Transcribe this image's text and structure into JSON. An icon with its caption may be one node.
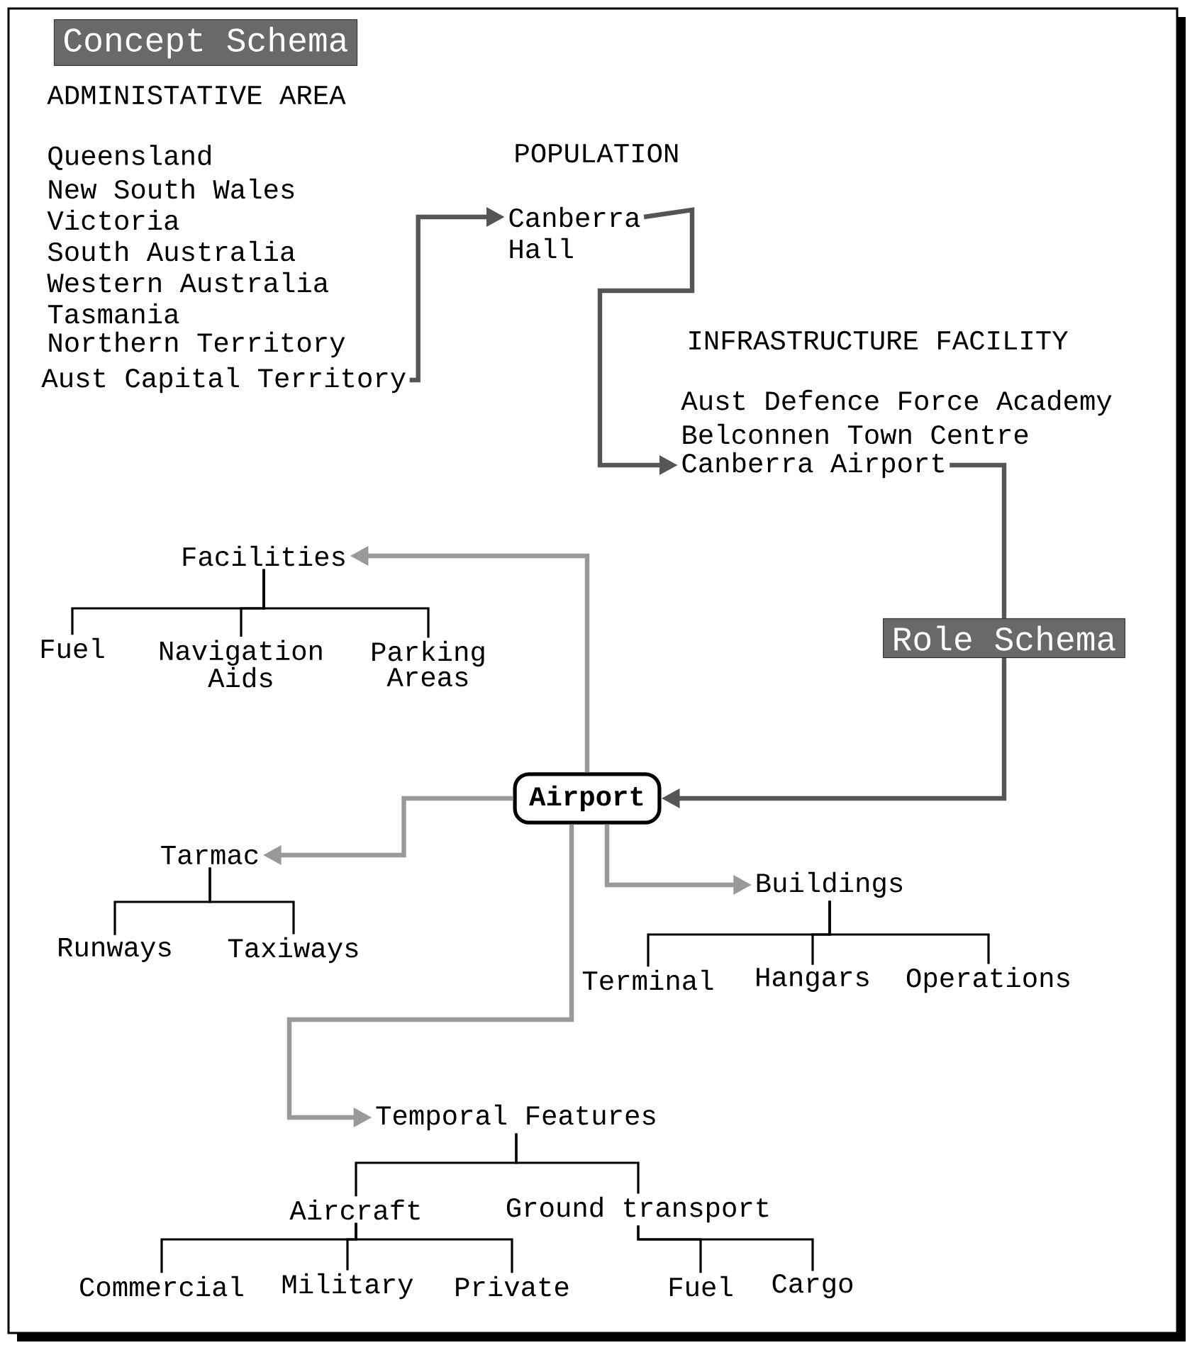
{
  "diagram": {
    "nodes": [
      {
        "text": [
          "Concept Schema"
        ]
      },
      {
        "text": [
          "Aust Capital Territory"
        ]
      },
      {
        "text": [
          "Canberra"
        ]
      },
      {
        "text": [
          "Canberra Airport"
        ]
      },
      {
        "text": [
          "Role Schema"
        ]
      },
      {
        "text": [
          "Airport"
        ]
      },
      {
        "text": [
          "Facilities"
        ]
      },
      {
        "text": [
          "Fuel"
        ]
      },
      {
        "text": [
          "Navigation Aids"
        ]
      },
      {
        "text": [
          "Parking Areas"
        ]
      },
      {
        "text": [
          "Tarmac"
        ]
      },
      {
        "text": [
          "Runways"
        ]
      },
      {
        "text": [
          "Taxiways"
        ]
      },
      {
        "text": [
          "Buildings"
        ]
      },
      {
        "text": [
          "Terminal"
        ]
      },
      {
        "text": [
          "Hangars"
        ]
      },
      {
        "text": [
          "Operations"
        ]
      },
      {
        "text": [
          "Temporal Features"
        ]
      },
      {
        "text": [
          "Aircraft"
        ]
      },
      {
        "text": [
          "Ground transport"
        ]
      },
      {
        "text": [
          "Commercial"
        ]
      },
      {
        "text": [
          "Military"
        ]
      },
      {
        "text": [
          "Private"
        ]
      },
      {
        "text": [
          "Fuel"
        ]
      },
      {
        "text": [
          "Cargo"
        ]
      }
    ],
    "edges": [
      {
        "from": 1,
        "to": 2,
        "arrow": "to",
        "style": "thick",
        "color": "#555555"
      },
      {
        "from": 2,
        "to": 3,
        "arrow": "to",
        "style": "thick",
        "color": "#555555"
      },
      {
        "from": 3,
        "to": 4,
        "arrow": "none",
        "style": "thick",
        "color": "#555555"
      },
      {
        "from": 4,
        "to": 5,
        "arrow": "to",
        "style": "thick",
        "color": "#555555"
      },
      {
        "from": 5,
        "to": 6,
        "arrow": "to",
        "style": "thick",
        "color": "#999999"
      },
      {
        "from": 5,
        "to": 10,
        "arrow": "to",
        "style": "thick",
        "color": "#999999"
      },
      {
        "from": 5,
        "to": 13,
        "arrow": "to",
        "style": "thick",
        "color": "#999999"
      },
      {
        "from": 5,
        "to": 17,
        "arrow": "to",
        "style": "thick",
        "color": "#999999"
      },
      {
        "from": 6,
        "to": 7,
        "arrow": "none"
      },
      {
        "from": 6,
        "to": 8,
        "arrow": "none"
      },
      {
        "from": 6,
        "to": 9,
        "arrow": "none"
      },
      {
        "from": 10,
        "to": 11,
        "arrow": "none"
      },
      {
        "from": 10,
        "to": 12,
        "arrow": "none"
      },
      {
        "from": 13,
        "to": 14,
        "arrow": "none"
      },
      {
        "from": 13,
        "to": 15,
        "arrow": "none"
      },
      {
        "from": 13,
        "to": 16,
        "arrow": "none"
      },
      {
        "from": 17,
        "to": 18,
        "arrow": "none"
      },
      {
        "from": 17,
        "to": 19,
        "arrow": "none"
      },
      {
        "from": 18,
        "to": 20,
        "arrow": "none"
      },
      {
        "from": 18,
        "to": 21,
        "arrow": "none"
      },
      {
        "from": 18,
        "to": 22,
        "arrow": "none"
      },
      {
        "from": 19,
        "to": 23,
        "arrow": "none"
      },
      {
        "from": 19,
        "to": 24,
        "arrow": "none"
      }
    ],
    "labels": [
      "ADMINISTATIVE AREA",
      "Queensland",
      "New South Wales",
      "Victoria",
      "South Australia",
      "Western Australia",
      "Tasmania",
      "Northern Territory",
      "POPULATION",
      "Hall",
      "INFRASTRUCTURE FACILITY",
      "Aust Defence Force Academy",
      "Belconnen Town Centre"
    ]
  }
}
